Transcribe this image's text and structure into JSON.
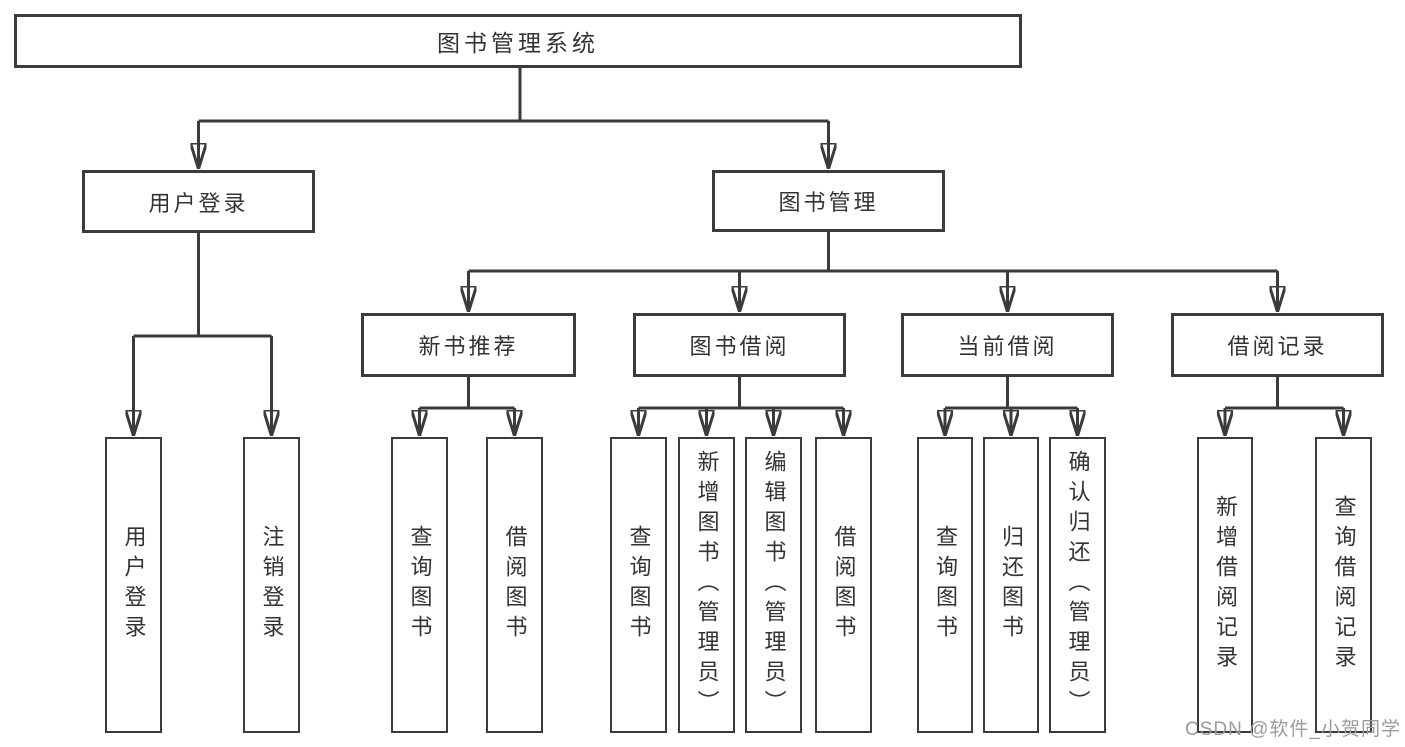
{
  "diagram_title": "图书管理系统",
  "colors": {
    "background": "#ffffff",
    "line": "#3b3b3b",
    "box_border": "#3b3b3b",
    "text": "#333333",
    "watermark_text": "#9b9b9b"
  },
  "nodes": {
    "root": {
      "label": "图书管理系统"
    },
    "user_login": {
      "label": "用户登录"
    },
    "book_mgmt": {
      "label": "图书管理"
    },
    "new_book_rec": {
      "label": "新书推荐"
    },
    "book_borrow": {
      "label": "图书借阅"
    },
    "current_borrow": {
      "label": "当前借阅"
    },
    "borrow_records": {
      "label": "借阅记录"
    },
    "leaf_user_login": {
      "label": "用户登录"
    },
    "leaf_logout": {
      "label": "注销登录"
    },
    "leaf_query_book_1": {
      "label": "查询图书"
    },
    "leaf_borrow_book_1": {
      "label": "借阅图书"
    },
    "leaf_query_book_2": {
      "label": "查询图书"
    },
    "leaf_add_book": {
      "label": "新增图书（管理员）"
    },
    "leaf_edit_book": {
      "label": "编辑图书（管理员）"
    },
    "leaf_borrow_book_2": {
      "label": "借阅图书"
    },
    "leaf_query_book_3": {
      "label": "查询图书"
    },
    "leaf_return_book": {
      "label": "归还图书"
    },
    "leaf_confirm_return": {
      "label": "确认归还（管理员）"
    },
    "leaf_add_record": {
      "label": "新增借阅记录"
    },
    "leaf_query_record": {
      "label": "查询借阅记录"
    }
  },
  "hierarchy": {
    "root": [
      "user_login",
      "book_mgmt"
    ],
    "user_login": [
      "leaf_user_login",
      "leaf_logout"
    ],
    "book_mgmt": [
      "new_book_rec",
      "book_borrow",
      "current_borrow",
      "borrow_records"
    ],
    "new_book_rec": [
      "leaf_query_book_1",
      "leaf_borrow_book_1"
    ],
    "book_borrow": [
      "leaf_query_book_2",
      "leaf_add_book",
      "leaf_edit_book",
      "leaf_borrow_book_2"
    ],
    "current_borrow": [
      "leaf_query_book_3",
      "leaf_return_book",
      "leaf_confirm_return"
    ],
    "borrow_records": [
      "leaf_add_record",
      "leaf_query_record"
    ]
  },
  "watermark": {
    "text": "CSDN @软件_小贺同学"
  }
}
